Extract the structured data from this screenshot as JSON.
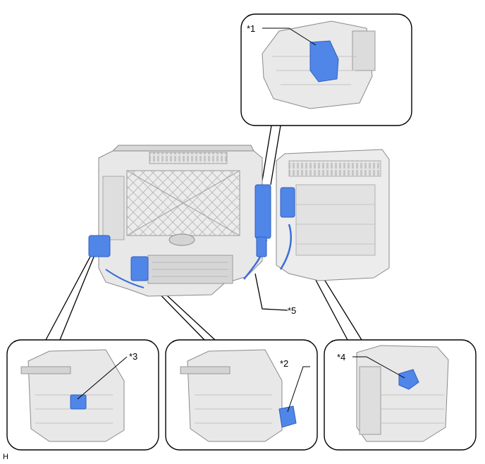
{
  "callouts": {
    "c1": "*1",
    "c2": "*2",
    "c3": "*3",
    "c4": "*4",
    "c5": "*5"
  },
  "corner_mark": "H",
  "colors": {
    "highlight": "#4f86e8",
    "highlight_dark": "#2f5fc0",
    "housing": "#e9e9e9",
    "housing_shade": "#cfcfcf",
    "outline": "#000000"
  }
}
